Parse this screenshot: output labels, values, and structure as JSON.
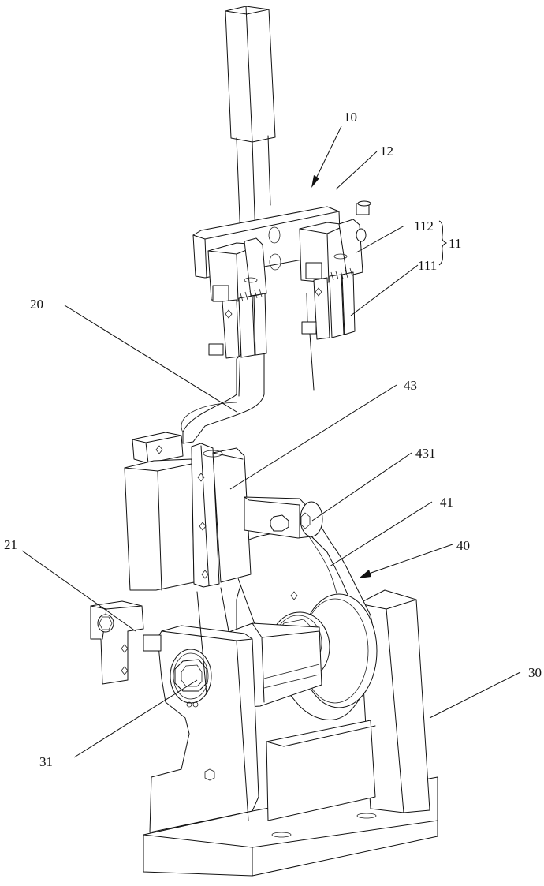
{
  "figure": {
    "type": "patent-style isometric line drawing of a mechanical assembly",
    "line_color": "#111111",
    "background_color": "#ffffff"
  },
  "labels": {
    "l10": "10",
    "l12": "12",
    "l112": "112",
    "l111": "111",
    "l11": "11",
    "l20": "20",
    "l43": "43",
    "l431": "431",
    "l41": "41",
    "l40": "40",
    "l21": "21",
    "l30": "30",
    "l31": "31"
  },
  "components": [
    {
      "ref": "10",
      "part": "gripper-assembly",
      "indicator": "arrow"
    },
    {
      "ref": "11",
      "part": "gripper-unit-group",
      "indicator": "brace",
      "members": [
        "111",
        "112"
      ]
    },
    {
      "ref": "111",
      "part": "gripper-finger"
    },
    {
      "ref": "112",
      "part": "gripper-cylinder"
    },
    {
      "ref": "12",
      "part": "mounting-plate"
    },
    {
      "ref": "20",
      "part": "vertical-slide-arm"
    },
    {
      "ref": "21",
      "part": "side-bracket"
    },
    {
      "ref": "30",
      "part": "base-frame"
    },
    {
      "ref": "31",
      "part": "drive-shaft"
    },
    {
      "ref": "40",
      "part": "cam-mechanism",
      "indicator": "arrow"
    },
    {
      "ref": "41",
      "part": "cam-lever"
    },
    {
      "ref": "43",
      "part": "guide-block"
    },
    {
      "ref": "431",
      "part": "roller-follower"
    }
  ]
}
